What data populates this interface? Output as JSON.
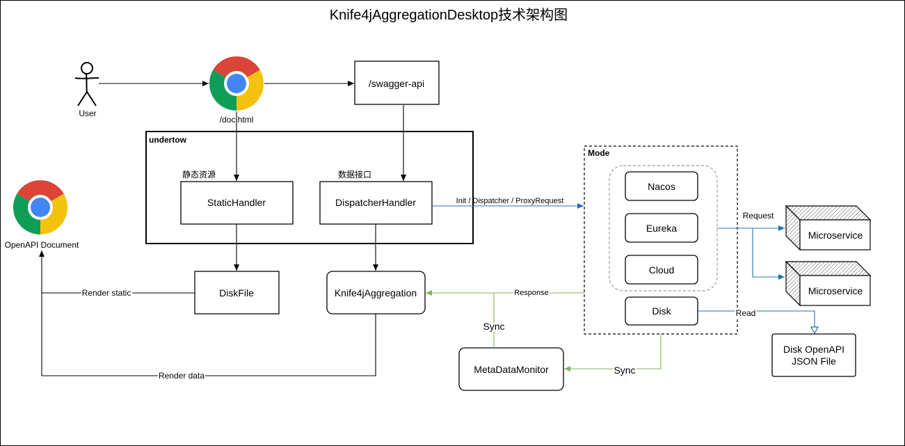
{
  "title": "Knife4jAggregationDesktop技术架构图",
  "nodes": {
    "user": "User",
    "browser": "/doc.html",
    "swagger": "/swagger-api",
    "undertow": "undertow",
    "static_cn": "静态资源",
    "data_cn": "数据接口",
    "static_handler": "StaticHandler",
    "dispatcher_handler": "DispatcherHandler",
    "openapi_doc": "OpenAPI  Document",
    "diskfile": "DiskFile",
    "aggregation": "Knife4jAggregation",
    "metadata": "MetaDataMonitor",
    "mode": "Mode",
    "nacos": "Nacos",
    "eureka": "Eureka",
    "cloud": "Cloud",
    "disk": "Disk",
    "microservice1": "Microservice",
    "microservice2": "Microservice",
    "disk_json_line1": "Disk OpenAPI",
    "disk_json_line2": "JSON File"
  },
  "edges": {
    "init": "Init  /  Dispatcher  /  ProxyRequest",
    "render_static": "Render static",
    "render_data": "Render data",
    "response": "Response",
    "sync1": "Sync",
    "sync2": "Sync",
    "request": "Request",
    "read": "Read"
  },
  "colors": {
    "black": "#000000",
    "blue": "#1f6fbf",
    "green": "#82b366",
    "chrome_red": "#db4437",
    "chrome_green": "#0f9d58",
    "chrome_yellow": "#f4c20d",
    "chrome_blue": "#4285f4"
  },
  "icons": [
    "stick-figure-icon",
    "chrome-icon"
  ]
}
